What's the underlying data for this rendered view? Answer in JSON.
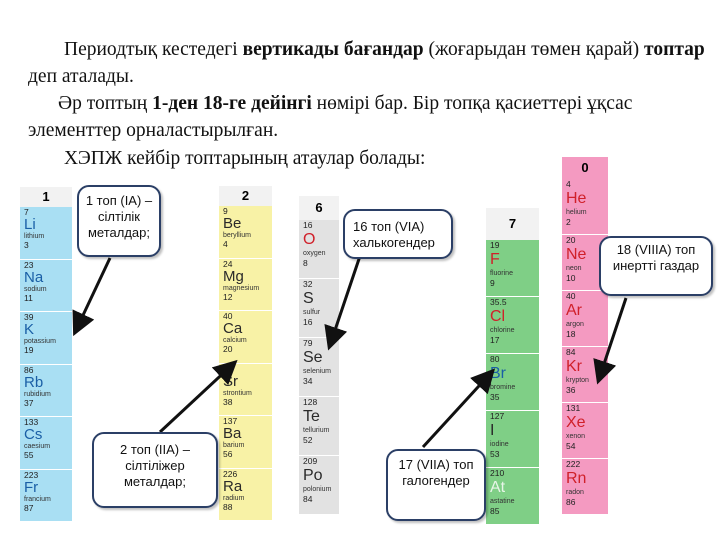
{
  "text": {
    "p1_a": "Периодтық кестедегі ",
    "p1_b": "вертикады бағандар",
    "p1_c": " (жоғарыдан төмен қарай) ",
    "p1_d": "топтар",
    "p1_e": " деп аталады.",
    "p2_a": "Әр топтың ",
    "p2_b": "1-ден 18-ге дейінгі",
    "p2_c": " нөмірі бар. Бір топқа қасиеттері ұқсас элементтер орналастырылған.",
    "p3": "ХЭПЖ кейбір топтарының атаулар болады:"
  },
  "groups": {
    "g1": {
      "header": "1",
      "color": "#a9dff3",
      "symbol_color": "#1a5fa6",
      "elements": [
        {
          "num": "7",
          "sym": "Li",
          "name": "lithium",
          "mass": "3"
        },
        {
          "num": "23",
          "sym": "Na",
          "name": "sodium",
          "mass": "11"
        },
        {
          "num": "39",
          "sym": "K",
          "name": "potassium",
          "mass": "19"
        },
        {
          "num": "86",
          "sym": "Rb",
          "name": "rubidium",
          "mass": "37"
        },
        {
          "num": "133",
          "sym": "Cs",
          "name": "caesium",
          "mass": "55"
        },
        {
          "num": "223",
          "sym": "Fr",
          "name": "francium",
          "mass": "87"
        }
      ]
    },
    "g2": {
      "header": "2",
      "color": "#f8f2a6",
      "symbol_color": "#2a2a2a",
      "elements": [
        {
          "num": "9",
          "sym": "Be",
          "name": "beryllium",
          "mass": "4"
        },
        {
          "num": "24",
          "sym": "Mg",
          "name": "magnesium",
          "mass": "12"
        },
        {
          "num": "40",
          "sym": "Ca",
          "name": "calcium",
          "mass": "20"
        },
        {
          "num": "88",
          "sym": "Sr",
          "name": "strontium",
          "mass": "38"
        },
        {
          "num": "137",
          "sym": "Ba",
          "name": "barium",
          "mass": "56"
        },
        {
          "num": "226",
          "sym": "Ra",
          "name": "radium",
          "mass": "88"
        }
      ]
    },
    "g6": {
      "header": "6",
      "color": "#e2e2e2",
      "symbol_color": "#2a2a2a",
      "elements": [
        {
          "num": "16",
          "sym": "O",
          "name": "oxygen",
          "mass": "8",
          "symcolor": "#d0202a"
        },
        {
          "num": "32",
          "sym": "S",
          "name": "sulfur",
          "mass": "16"
        },
        {
          "num": "79",
          "sym": "Se",
          "name": "selenium",
          "mass": "34"
        },
        {
          "num": "128",
          "sym": "Te",
          "name": "tellurium",
          "mass": "52"
        },
        {
          "num": "209",
          "sym": "Po",
          "name": "polonium",
          "mass": "84"
        }
      ]
    },
    "g7": {
      "header": "7",
      "color": "#7fcf86",
      "symbol_color": "#2a2a2a",
      "elements": [
        {
          "num": "19",
          "sym": "F",
          "name": "fluorine",
          "mass": "9",
          "symcolor": "#d0202a"
        },
        {
          "num": "35.5",
          "sym": "Cl",
          "name": "chlorine",
          "mass": "17",
          "symcolor": "#d0202a"
        },
        {
          "num": "80",
          "sym": "Br",
          "name": "bromine",
          "mass": "35",
          "symcolor": "#1a5fa6"
        },
        {
          "num": "127",
          "sym": "I",
          "name": "iodine",
          "mass": "53"
        },
        {
          "num": "210",
          "sym": "At",
          "name": "astatine",
          "mass": "85",
          "symcolor": "#e8f5e8"
        }
      ]
    },
    "g0": {
      "header": "0",
      "color": "#f49ac1",
      "symbol_color": "#d0202a",
      "elements": [
        {
          "num": "4",
          "sym": "He",
          "name": "helium",
          "mass": "2"
        },
        {
          "num": "20",
          "sym": "Ne",
          "name": "neon",
          "mass": "10"
        },
        {
          "num": "40",
          "sym": "Ar",
          "name": "argon",
          "mass": "18"
        },
        {
          "num": "84",
          "sym": "Kr",
          "name": "krypton",
          "mass": "36"
        },
        {
          "num": "131",
          "sym": "Xe",
          "name": "xenon",
          "mass": "54"
        },
        {
          "num": "222",
          "sym": "Rn",
          "name": "radon",
          "mass": "86"
        }
      ]
    }
  },
  "callouts": {
    "c1": "1 топ (IA) – сілтілік металдар;",
    "c2": "2 топ (IIA) – сілтіліжер металдар;",
    "c6": "16 топ (VIA) халькогендер",
    "c7": "17 (VIIA) топ галогендер",
    "c0": "18 (VIIIA) топ инертті газдар"
  }
}
